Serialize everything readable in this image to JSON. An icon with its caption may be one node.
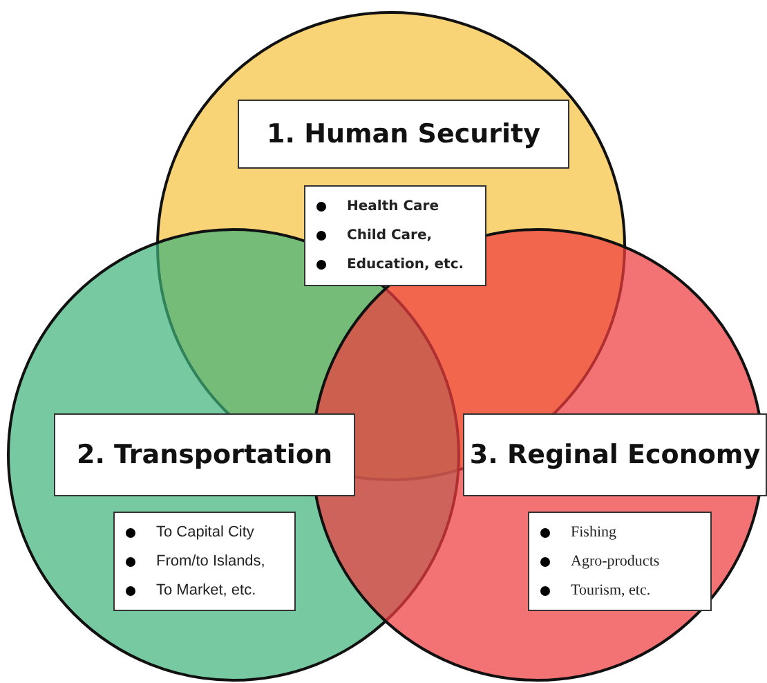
{
  "diagram": {
    "nodes": [
      {
        "text": [],
        "shape": "circle"
      },
      {
        "text": [
          "1. Human Security"
        ],
        "in": 0
      },
      {
        "text": [
          "Health Care",
          "Child Care,",
          "Education, etc."
        ],
        "in": 0
      },
      {
        "text": [],
        "shape": "circle"
      },
      {
        "text": [
          "2. Transportation"
        ],
        "in": 3
      },
      {
        "text": [
          "To Capital City",
          "From/to Islands,",
          "To Market, etc."
        ],
        "in": 3
      },
      {
        "text": [],
        "shape": "circle"
      },
      {
        "text": [
          "3. Reginal Economy"
        ],
        "in": 6
      },
      {
        "text": [
          "Fishing",
          "Agro-products",
          "Tourism, etc."
        ],
        "in": 6
      }
    ]
  }
}
